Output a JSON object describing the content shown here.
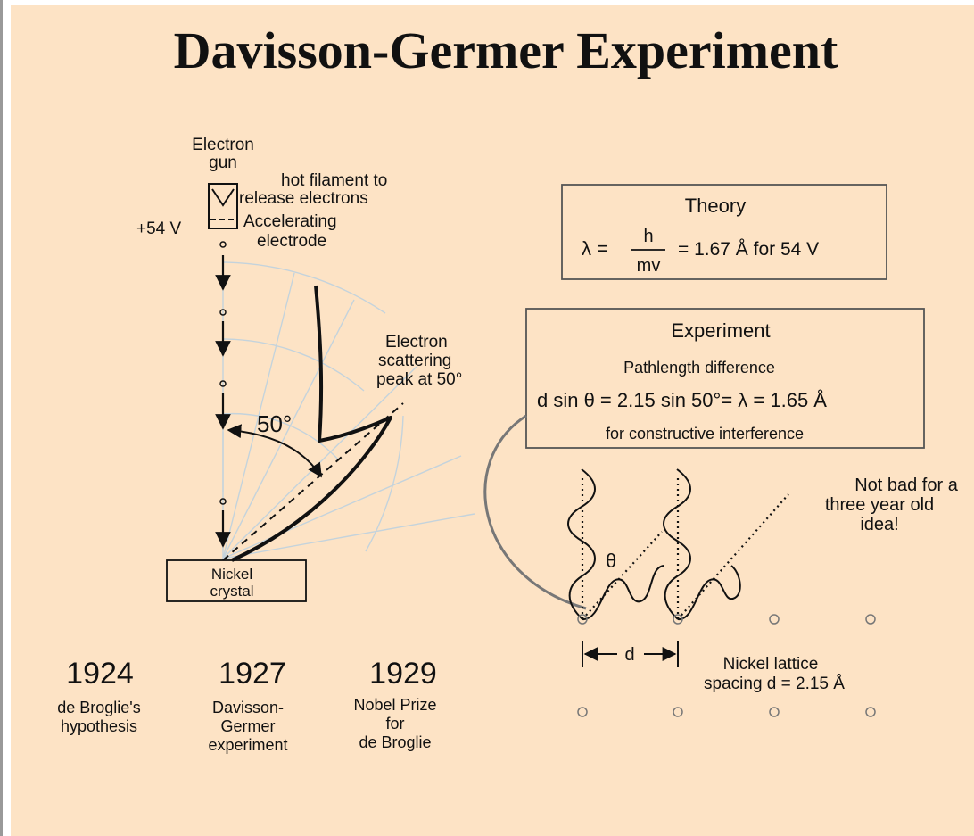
{
  "title": "Davisson-Germer Experiment",
  "apparatus": {
    "gun_label_1": "Electron",
    "gun_label_2": "gun",
    "filament_1": "hot filament to",
    "filament_2": "release electrons",
    "voltage": "+54 V",
    "electrode_1": "Accelerating",
    "electrode_2": "electrode",
    "angle_label": "50°",
    "peak_1": "Electron",
    "peak_2": "scattering",
    "peak_3": "peak at 50°",
    "crystal_1": "Nickel",
    "crystal_2": "crystal"
  },
  "theory": {
    "heading": "Theory",
    "lambda": "λ =",
    "numerator": "h",
    "denominator": "mv",
    "result": "= 1.67 Å for 54 V"
  },
  "experiment": {
    "heading": "Experiment",
    "line1": "Pathlength difference",
    "equation": "d sin θ =   2.15 sin 50°= λ = 1.65 Å",
    "line3": "for constructive interference"
  },
  "lattice": {
    "theta": "θ",
    "d_label": "d",
    "caption_1": "Nickel lattice",
    "caption_2": "spacing  d = 2.15 Å",
    "comment_1": "Not bad for a",
    "comment_2": "three year old",
    "comment_3": "idea!"
  },
  "timeline": [
    {
      "year": "1924",
      "lines": [
        "de Broglie's",
        "hypothesis"
      ]
    },
    {
      "year": "1927",
      "lines": [
        "Davisson-",
        "Germer",
        "experiment"
      ]
    },
    {
      "year": "1929",
      "lines": [
        "Nobel Prize",
        "for",
        "de Broglie"
      ]
    }
  ]
}
